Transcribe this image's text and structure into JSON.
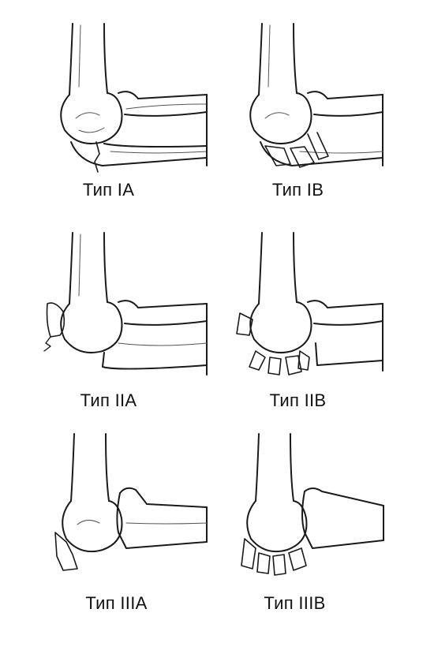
{
  "panels": [
    {
      "label": "Тип IA"
    },
    {
      "label": "Тип IB"
    },
    {
      "label": "Тип IIA"
    },
    {
      "label": "Тип IIB"
    },
    {
      "label": "Тип IIIA"
    },
    {
      "label": "Тип IIIB"
    }
  ],
  "colors": {
    "line": "#1a1a1a",
    "shade": "#555555",
    "bg": "#ffffff"
  }
}
